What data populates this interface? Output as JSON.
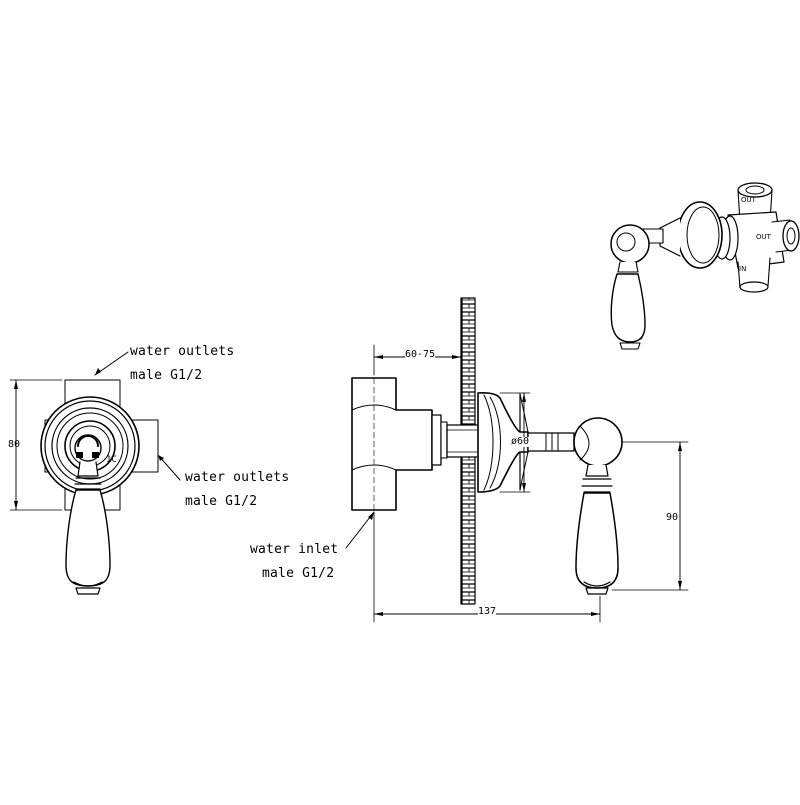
{
  "front_view": {
    "outlets_top": {
      "line1": "water outlets",
      "line2": "male G1/2"
    },
    "outlets_right": {
      "line1": "water outlets",
      "line2": "male G1/2"
    },
    "height_dim": "80",
    "small_mark": "1C"
  },
  "side_view": {
    "inlet": {
      "line1": "water inlet",
      "line2": "male G1/2"
    },
    "wall_depth_dim": "60-75",
    "flange_dia_dim": "ø60",
    "lever_height_dim": "90",
    "overall_length_dim": "137"
  },
  "iso_view": {
    "out_top": "OUT",
    "out_right": "OUT",
    "in_label": "IN"
  },
  "colors": {
    "line": "#000000",
    "background": "#ffffff"
  }
}
